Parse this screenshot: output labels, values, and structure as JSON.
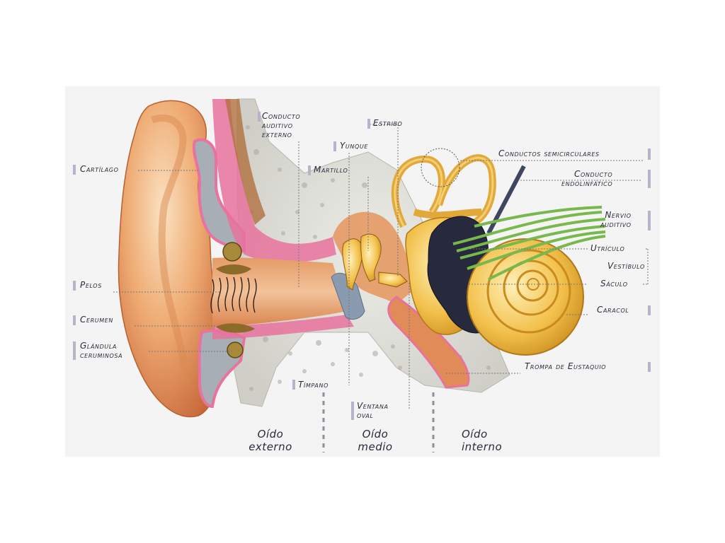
{
  "labels": {
    "conducto_auditivo_externo": [
      "Conducto",
      "auditivo",
      "externo"
    ],
    "estribo": "Estribo",
    "yunque": "Yunque",
    "martillo": "Martillo",
    "cartilago": "Cartílago",
    "conductos_semicirculares": "Conductos semicirculares",
    "conducto_endolinfatico": [
      "Conducto",
      "endolinfático"
    ],
    "nervio_auditivo": [
      "Nervio",
      "auditivo"
    ],
    "utriculo": "Utrículo",
    "vestibulo": "Vestíbulo",
    "saculo": "Sáculo",
    "caracol": "Caracol",
    "pelos": "Pelos",
    "cerumen": "Cerumen",
    "glandula_ceruminosa": [
      "Glándula",
      "ceruminosa"
    ],
    "timpano": "Tímpano",
    "ventana_oval": [
      "Ventana",
      "oval"
    ],
    "trompa_de_eustaquio": "Trompa de Eustaquio"
  },
  "sections": {
    "oido_externo": [
      "Oído",
      "externo"
    ],
    "oido_medio": [
      "Oído",
      "medio"
    ],
    "oido_interno": [
      "Oído",
      "interno"
    ]
  }
}
